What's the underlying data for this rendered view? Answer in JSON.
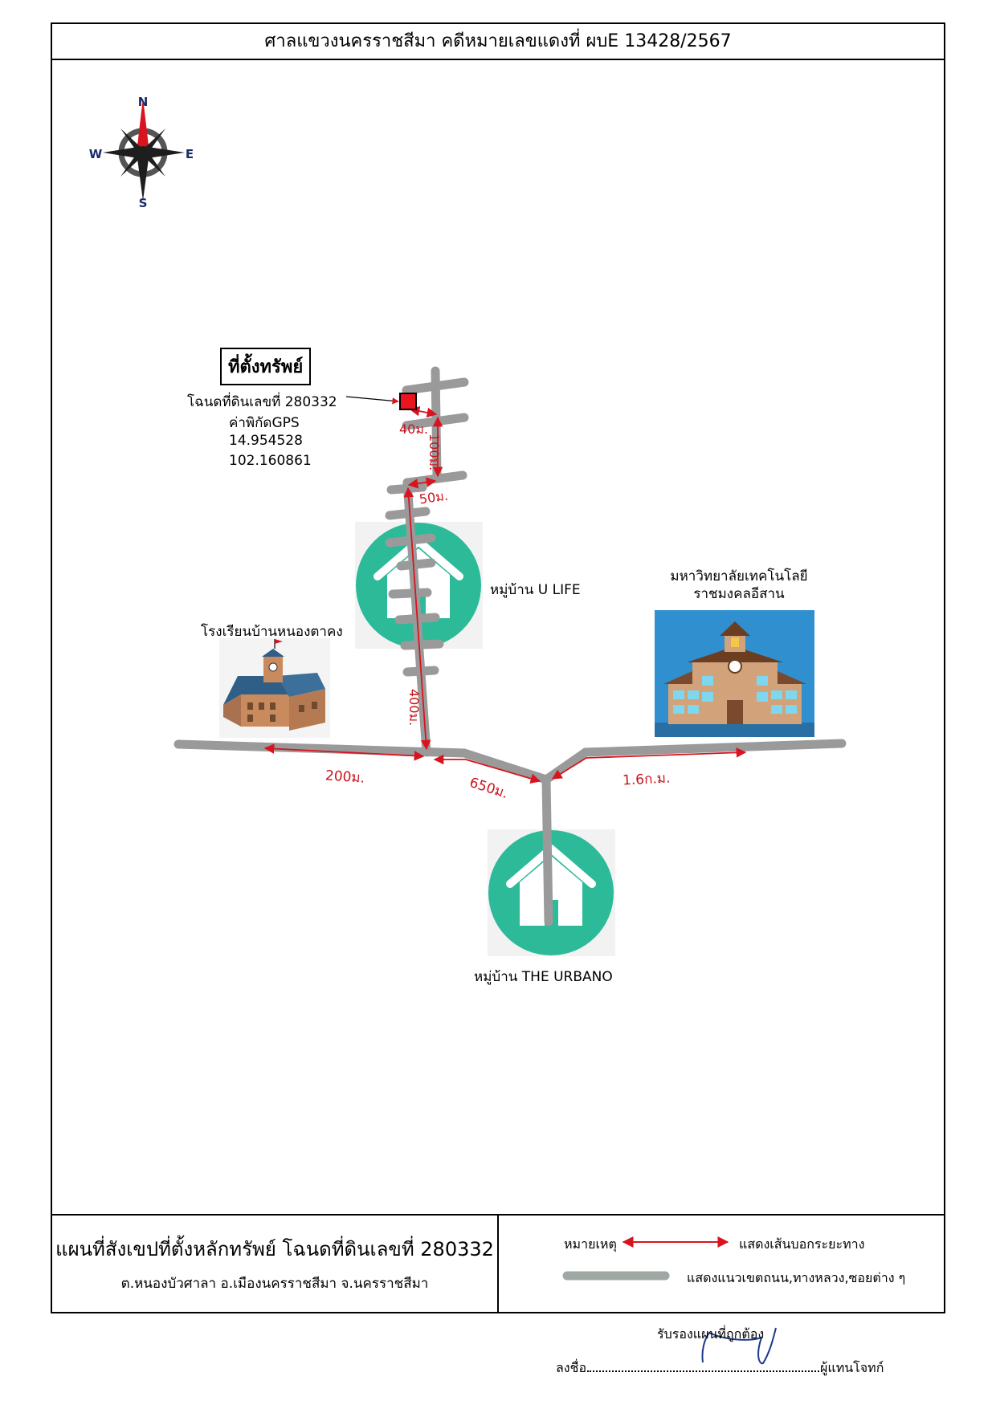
{
  "header": {
    "title": "ศาลแขวงนครราชสีมา คดีหมายเลขแดงที่ ผบE 13428/2567"
  },
  "compass": {
    "n": "N",
    "s": "S",
    "e": "E",
    "w": "W"
  },
  "property": {
    "heading": "ที่ตั้งทรัพย์",
    "deed": "โฉนดที่ดินเลขที่ 280332",
    "gps_label": "ค่าพิกัดGPS",
    "lat": "14.954528",
    "lng": "102.160861",
    "marker_color": "#e8141e"
  },
  "distances": {
    "d40": "40ม.",
    "d100": "100ม.",
    "d50": "50ม.",
    "d400": "400ม.",
    "d200": "200ม.",
    "d650": "650ม.",
    "d1600": "1.6ก.ม."
  },
  "places": {
    "ulife": "หมู่บ้าน U LIFE",
    "urbano": "หมู่บ้าน THE URBANO",
    "school": "โรงเรียนบ้านหนองตาคง",
    "university_line1": "มหาวิทยาลัยเทคโนโลยี",
    "university_line2": "ราชมงคลอีสาน"
  },
  "footer": {
    "title": "แผนที่สังเขปที่ตั้งหลักทรัพย์ โฉนดที่ดินเลขที่ 280332",
    "subtitle": "ต.หนองบัวศาลา  อ.เมืองนครราชสีมา  จ.นครราชสีมา"
  },
  "legend": {
    "title": "หมายเหตุ",
    "arrow_desc": "แสดงเส้นบอกระยะทาง",
    "road_desc": "แสดงแนวเขตถนน,ทางหลวง,ซอยต่าง ๆ"
  },
  "signature": {
    "certify": "รับรองแผนที่ถูกต้อง",
    "sign_prefix": "ลงชื่อ",
    "sign_suffix": "ผู้แทนโจทก์"
  },
  "colors": {
    "road": "#9a9a9a",
    "arrow": "#d9141e",
    "icon_teal": "#2cba98",
    "sky": "#2f8fcf"
  }
}
